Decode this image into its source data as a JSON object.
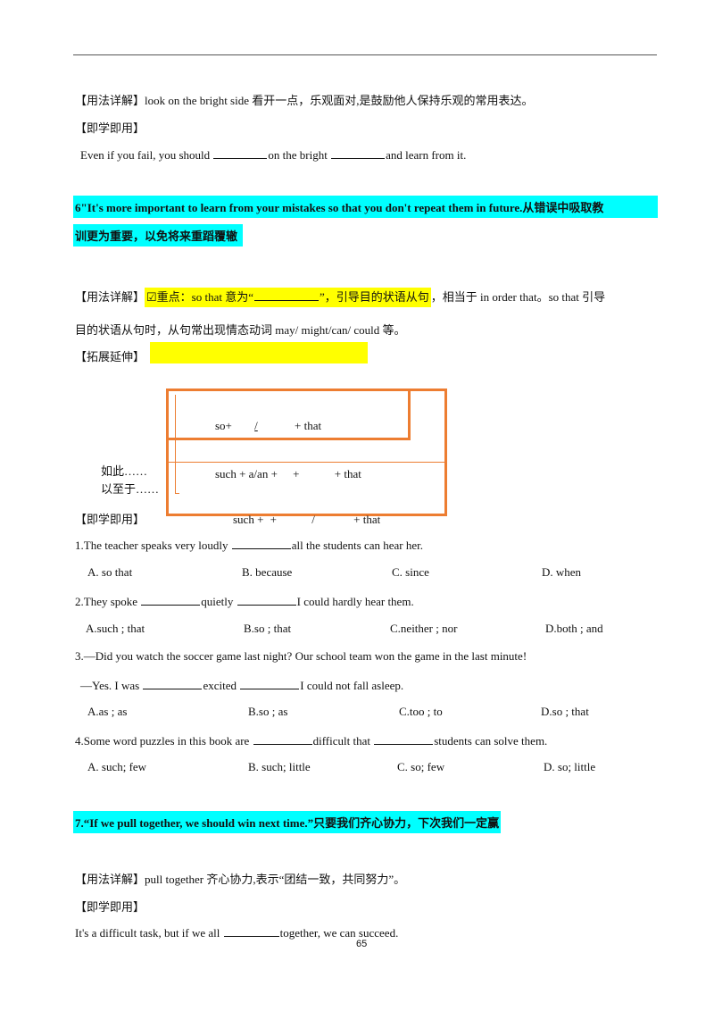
{
  "page_number": "65",
  "sec_look": {
    "usage_label": "【用法详解】",
    "usage_text": "look on the bright side 看开一点，乐观面对,是鼓励他人保持乐观的常用表达。",
    "practice_label": "【即学即用】",
    "practice_a": "Even if you fail, you should ",
    "practice_b": "on the bright ",
    "practice_c": "and learn from it."
  },
  "sentence6": {
    "line1": "6\"It's more important to learn from your mistakes so that you don't repeat them in future.从错误中吸取教",
    "line2": "训更为重要，以免将来重蹈覆辙"
  },
  "usage6": {
    "label": "【用法详解】",
    "highlight_a": "☑重点：so that 意为“",
    "highlight_b": "”，引导目的状语从句",
    "rest1": "，相当于  in order that。so that 引导",
    "line2": "目的状语从句时，从句常出现情态动词  may/ might/can/ could 等。",
    "extend_label": "【拓展延伸】"
  },
  "diagram": {
    "row1_a": "so+",
    "row1_b": "/",
    "row1_c": "+ that",
    "row2_a": "such + a/an +",
    "row2_b": "+",
    "row2_c": "+ that",
    "row3_a": "such +",
    "row3_b": "+",
    "row3_c": "/",
    "row3_d": "+ that",
    "side1": "如此……",
    "side2": "以至于……"
  },
  "practice_label": "【即学即用】",
  "questions": [
    {
      "a": "1.The teacher speaks very loudly ",
      "b": "all the students can hear her.",
      "options": [
        "A. so that",
        "B. because",
        "C. since",
        "D. when"
      ]
    },
    {
      "a": "2.They spoke ",
      "b": "quietly ",
      "c": "I could hardly hear them.",
      "options": [
        "A.such ; that",
        "B.so ; that",
        "C.neither ; nor",
        "D.both ; and"
      ]
    },
    {
      "a": "3.—Did you watch the soccer game last night? Our school team won the game in the last minute!",
      "reply_a": "—Yes. I was ",
      "reply_b": "excited ",
      "reply_c": "I could not fall asleep.",
      "options": [
        "A.as ; as",
        "B.so ; as",
        "C.too ; to",
        "D.so ; that"
      ]
    },
    {
      "a": "4.Some word puzzles in this book are ",
      "b": "difficult that ",
      "c": "students can solve them.",
      "options": [
        "A. such; few",
        "B. such; little",
        "C. so; few",
        "D. so; little"
      ]
    }
  ],
  "sentence7": "7.“If we pull together, we should win next time.”只要我们齐心协力，下次我们一定赢",
  "usage7": {
    "label": "【用法详解】",
    "text": "pull together 齐心协力,表示“团结一致，共同努力”。",
    "practice_label": "【即学即用】",
    "practice_a": "It's a difficult task, but if we all ",
    "practice_b": "together, we can succeed."
  }
}
